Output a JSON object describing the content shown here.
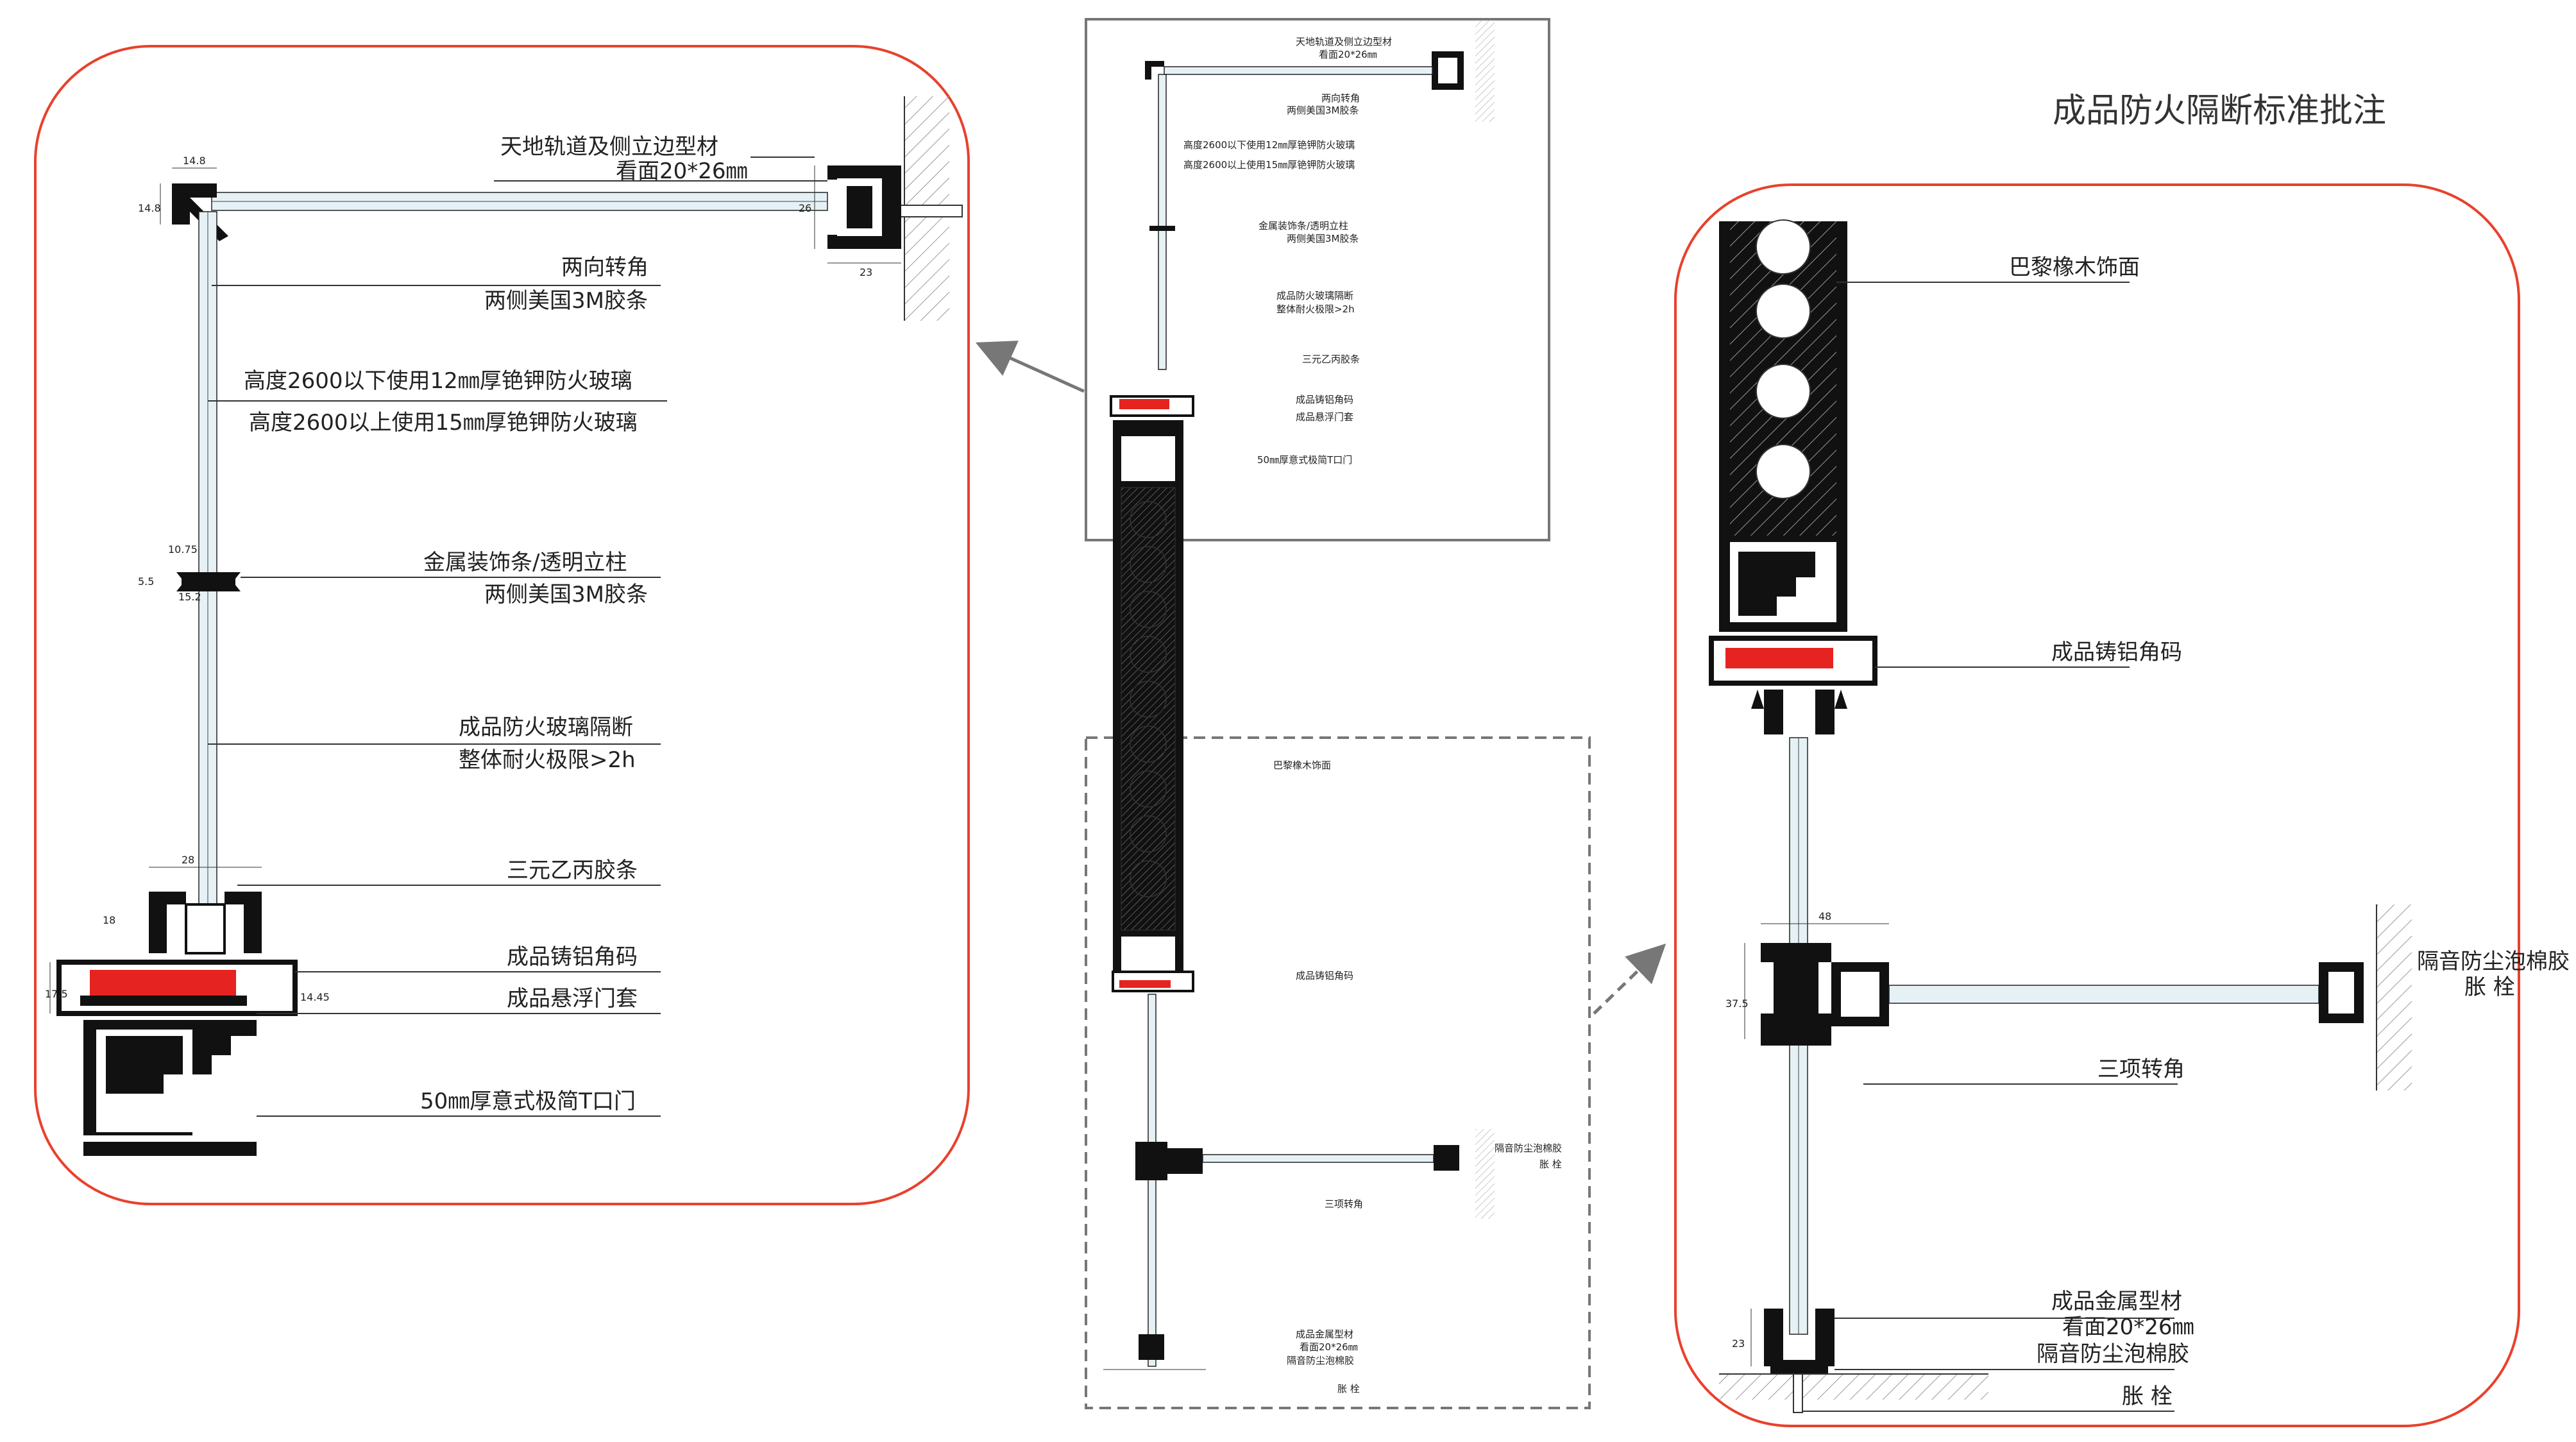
{
  "title": "成品防火隔断标准批注",
  "left_detail": {
    "labels": {
      "track_1": "天地轨道及侧立边型材",
      "track_2": "看面20*26㎜",
      "corner_1": "两向转角",
      "corner_2": "两侧美国3M胶条",
      "glass_1": "高度2600以下使用12㎜厚铯钾防火玻璃",
      "glass_2": "高度2600以上使用15㎜厚铯钾防火玻璃",
      "post_1": "金属装饰条/透明立柱",
      "post_2": "两侧美国3M胶条",
      "partition_1": "成品防火玻璃隔断",
      "partition_2": "整体耐火极限>2h",
      "epdm": "三元乙丙胶条",
      "bracket": "成品铸铝角码",
      "sleeve": "成品悬浮门套",
      "door": "50㎜厚意式极简T口门"
    },
    "dims": {
      "d_w1": "14.8",
      "d_h1": "14.8",
      "d_26": "26",
      "d_23": "23",
      "d_1075": "10.75",
      "d_55": "5.5",
      "d_152": "15.2",
      "d_28": "28",
      "d_18": "18",
      "d_175": "17.5",
      "d_1445": "14.45"
    }
  },
  "center_labels": [
    "天地轨道及侧立边型材",
    "看面20*26㎜",
    "两向转角",
    "两侧美国3M胶条",
    "高度2600以下使用12㎜厚铯钾防火玻璃",
    "高度2600以上使用15㎜厚铯钾防火玻璃",
    "金属装饰条/透明立柱",
    "两侧美国3M胶条",
    "成品防火玻璃隔断",
    "整体耐火极限>2h",
    "三元乙丙胶条",
    "成品铸铝角码",
    "成品悬浮门套",
    "50㎜厚意式极简T口门",
    "巴黎橡木饰面",
    "成品铸铝角码",
    "隔音防尘泡棉胶",
    "胀 栓",
    "三项转角",
    "成品金属型材",
    "看面20*26㎜",
    "隔音防尘泡棉胶",
    "胀 栓"
  ],
  "right_detail": {
    "labels": {
      "oak": "巴黎橡木饰面",
      "bracket": "成品铸铝角码",
      "foam_1": "隔音防尘泡棉胶",
      "foam_2": "胀 栓",
      "corner3": "三项转角",
      "metal_1": "成品金属型材",
      "metal_2": "看面20*26㎜",
      "metal_3": "隔音防尘泡棉胶",
      "anchor": "胀 栓"
    },
    "dims": {
      "d_48": "48",
      "d_375": "37.5",
      "d_23": "23"
    }
  },
  "colors": {
    "frame_border": "#e8412c",
    "red_insert": "#e52320",
    "profile": "#111111",
    "glass": "#e6f1f5",
    "box_border": "#777777"
  }
}
